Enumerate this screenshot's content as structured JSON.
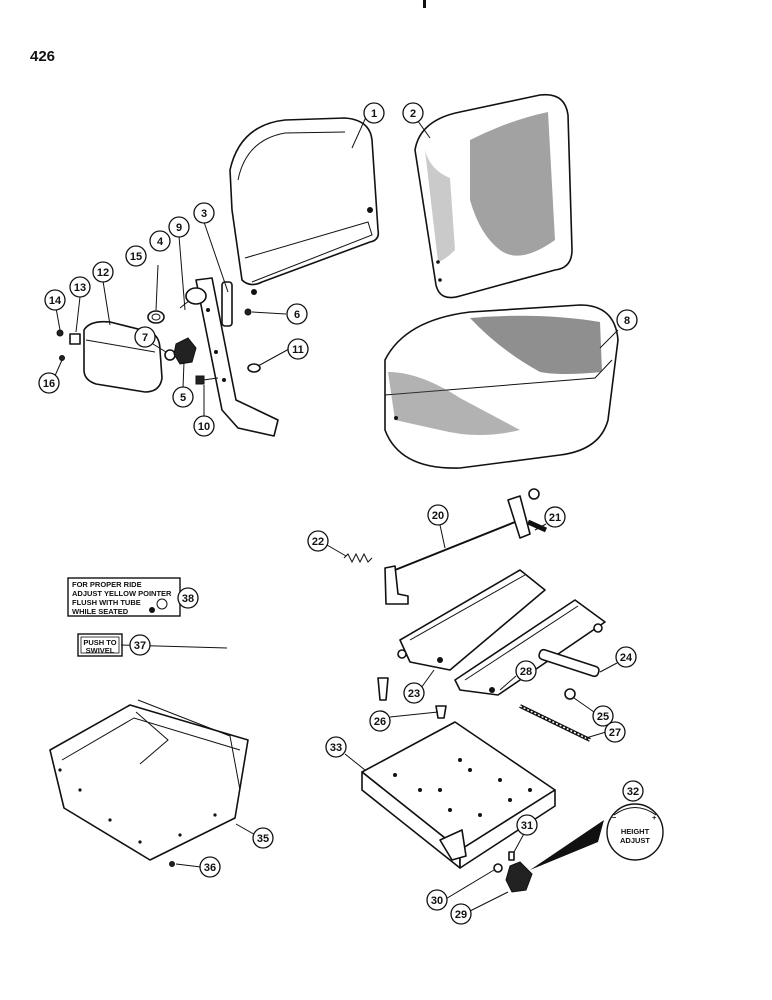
{
  "page_number": "426",
  "decal_ride": {
    "lines": [
      "FOR PROPER RIDE",
      "ADJUST YELLOW POINTER",
      "FLUSH WITH TUBE",
      "WHILE SEATED"
    ]
  },
  "decal_swivel": {
    "lines": [
      "PUSH TO",
      "SWIVEL"
    ]
  },
  "decal_height": {
    "lines": [
      "HEIGHT",
      "ADJUST"
    ],
    "minus_sign": "−",
    "plus_sign": "+"
  },
  "callouts": [
    "1",
    "2",
    "3",
    "4",
    "5",
    "6",
    "7",
    "8",
    "9",
    "10",
    "11",
    "12",
    "13",
    "14",
    "15",
    "16",
    "20",
    "21",
    "22",
    "23",
    "24",
    "25",
    "26",
    "27",
    "28",
    "29",
    "30",
    "31",
    "32",
    "33",
    "35",
    "36",
    "37",
    "38"
  ]
}
